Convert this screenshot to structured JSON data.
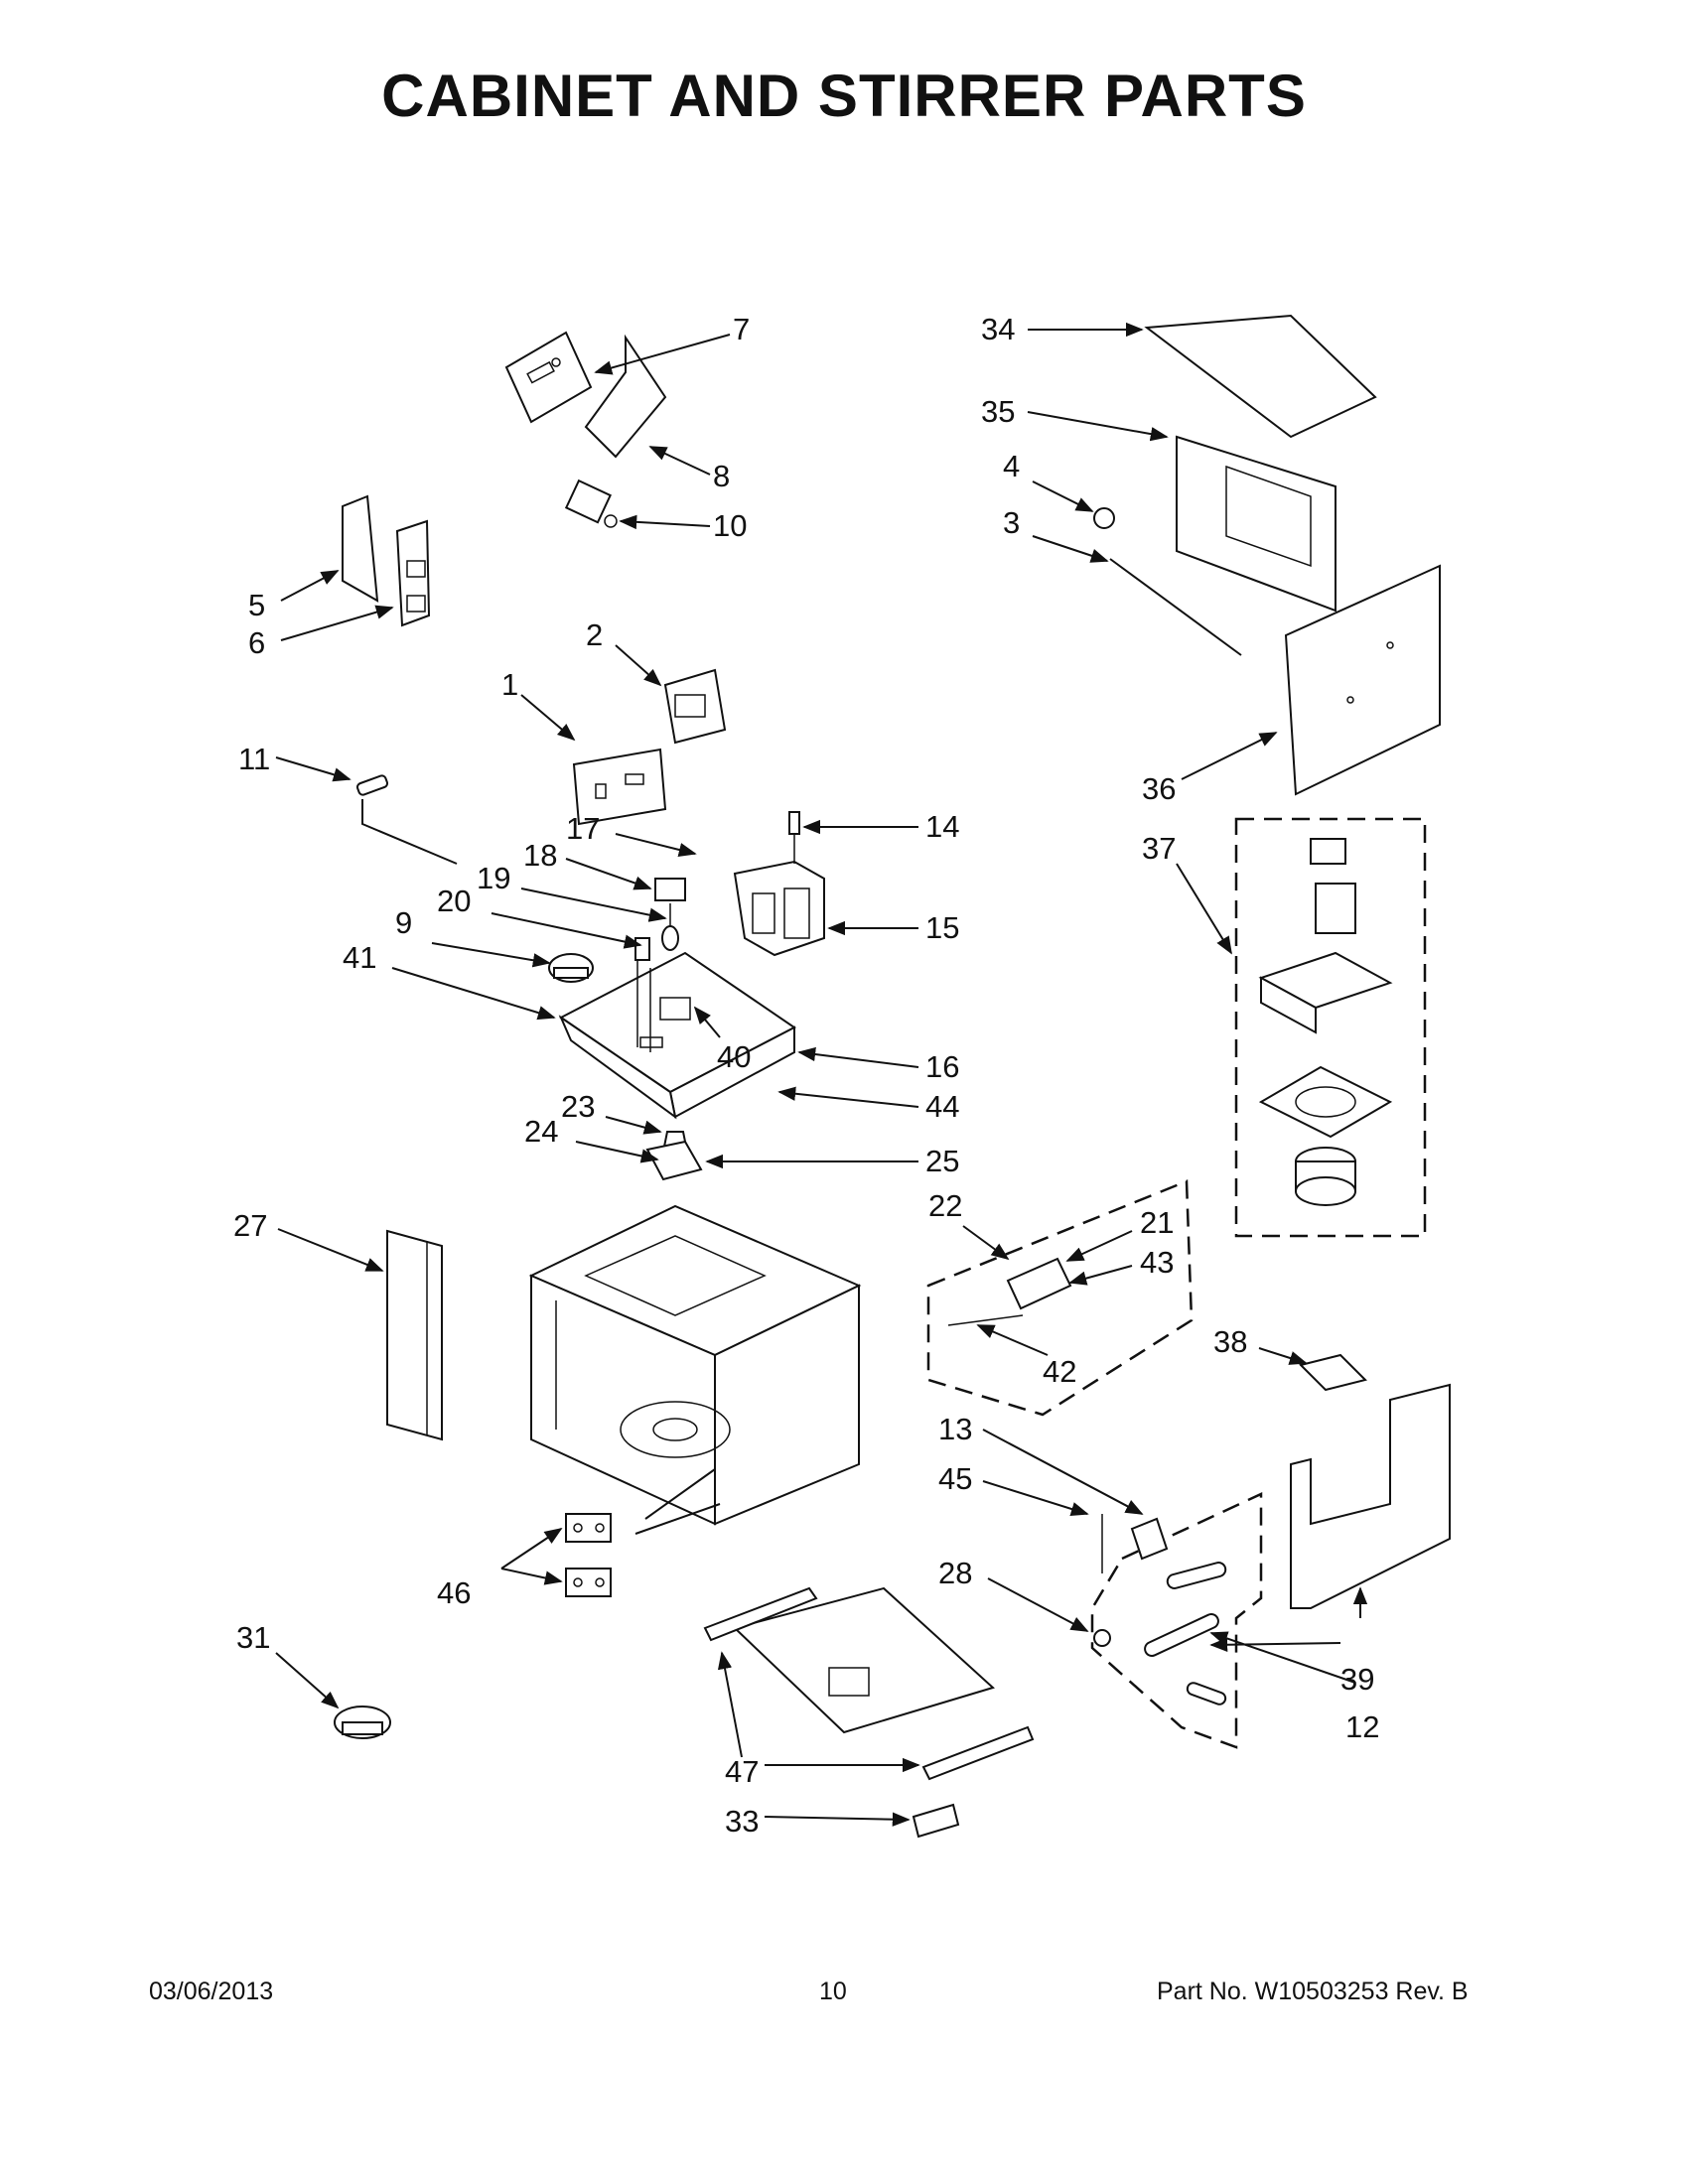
{
  "title": "CABINET AND STIRRER PARTS",
  "footer": {
    "date": "03/06/2013",
    "page": "10",
    "part_number": "Part No.  W10503253  Rev.  B"
  },
  "callouts": [
    "1",
    "2",
    "3",
    "4",
    "5",
    "6",
    "7",
    "8",
    "9",
    "10",
    "11",
    "12",
    "13",
    "14",
    "15",
    "16",
    "17",
    "18",
    "19",
    "20",
    "21",
    "22",
    "23",
    "24",
    "25",
    "27",
    "28",
    "31",
    "33",
    "34",
    "35",
    "36",
    "37",
    "38",
    "39",
    "40",
    "41",
    "42",
    "43",
    "44",
    "45",
    "46",
    "47"
  ]
}
